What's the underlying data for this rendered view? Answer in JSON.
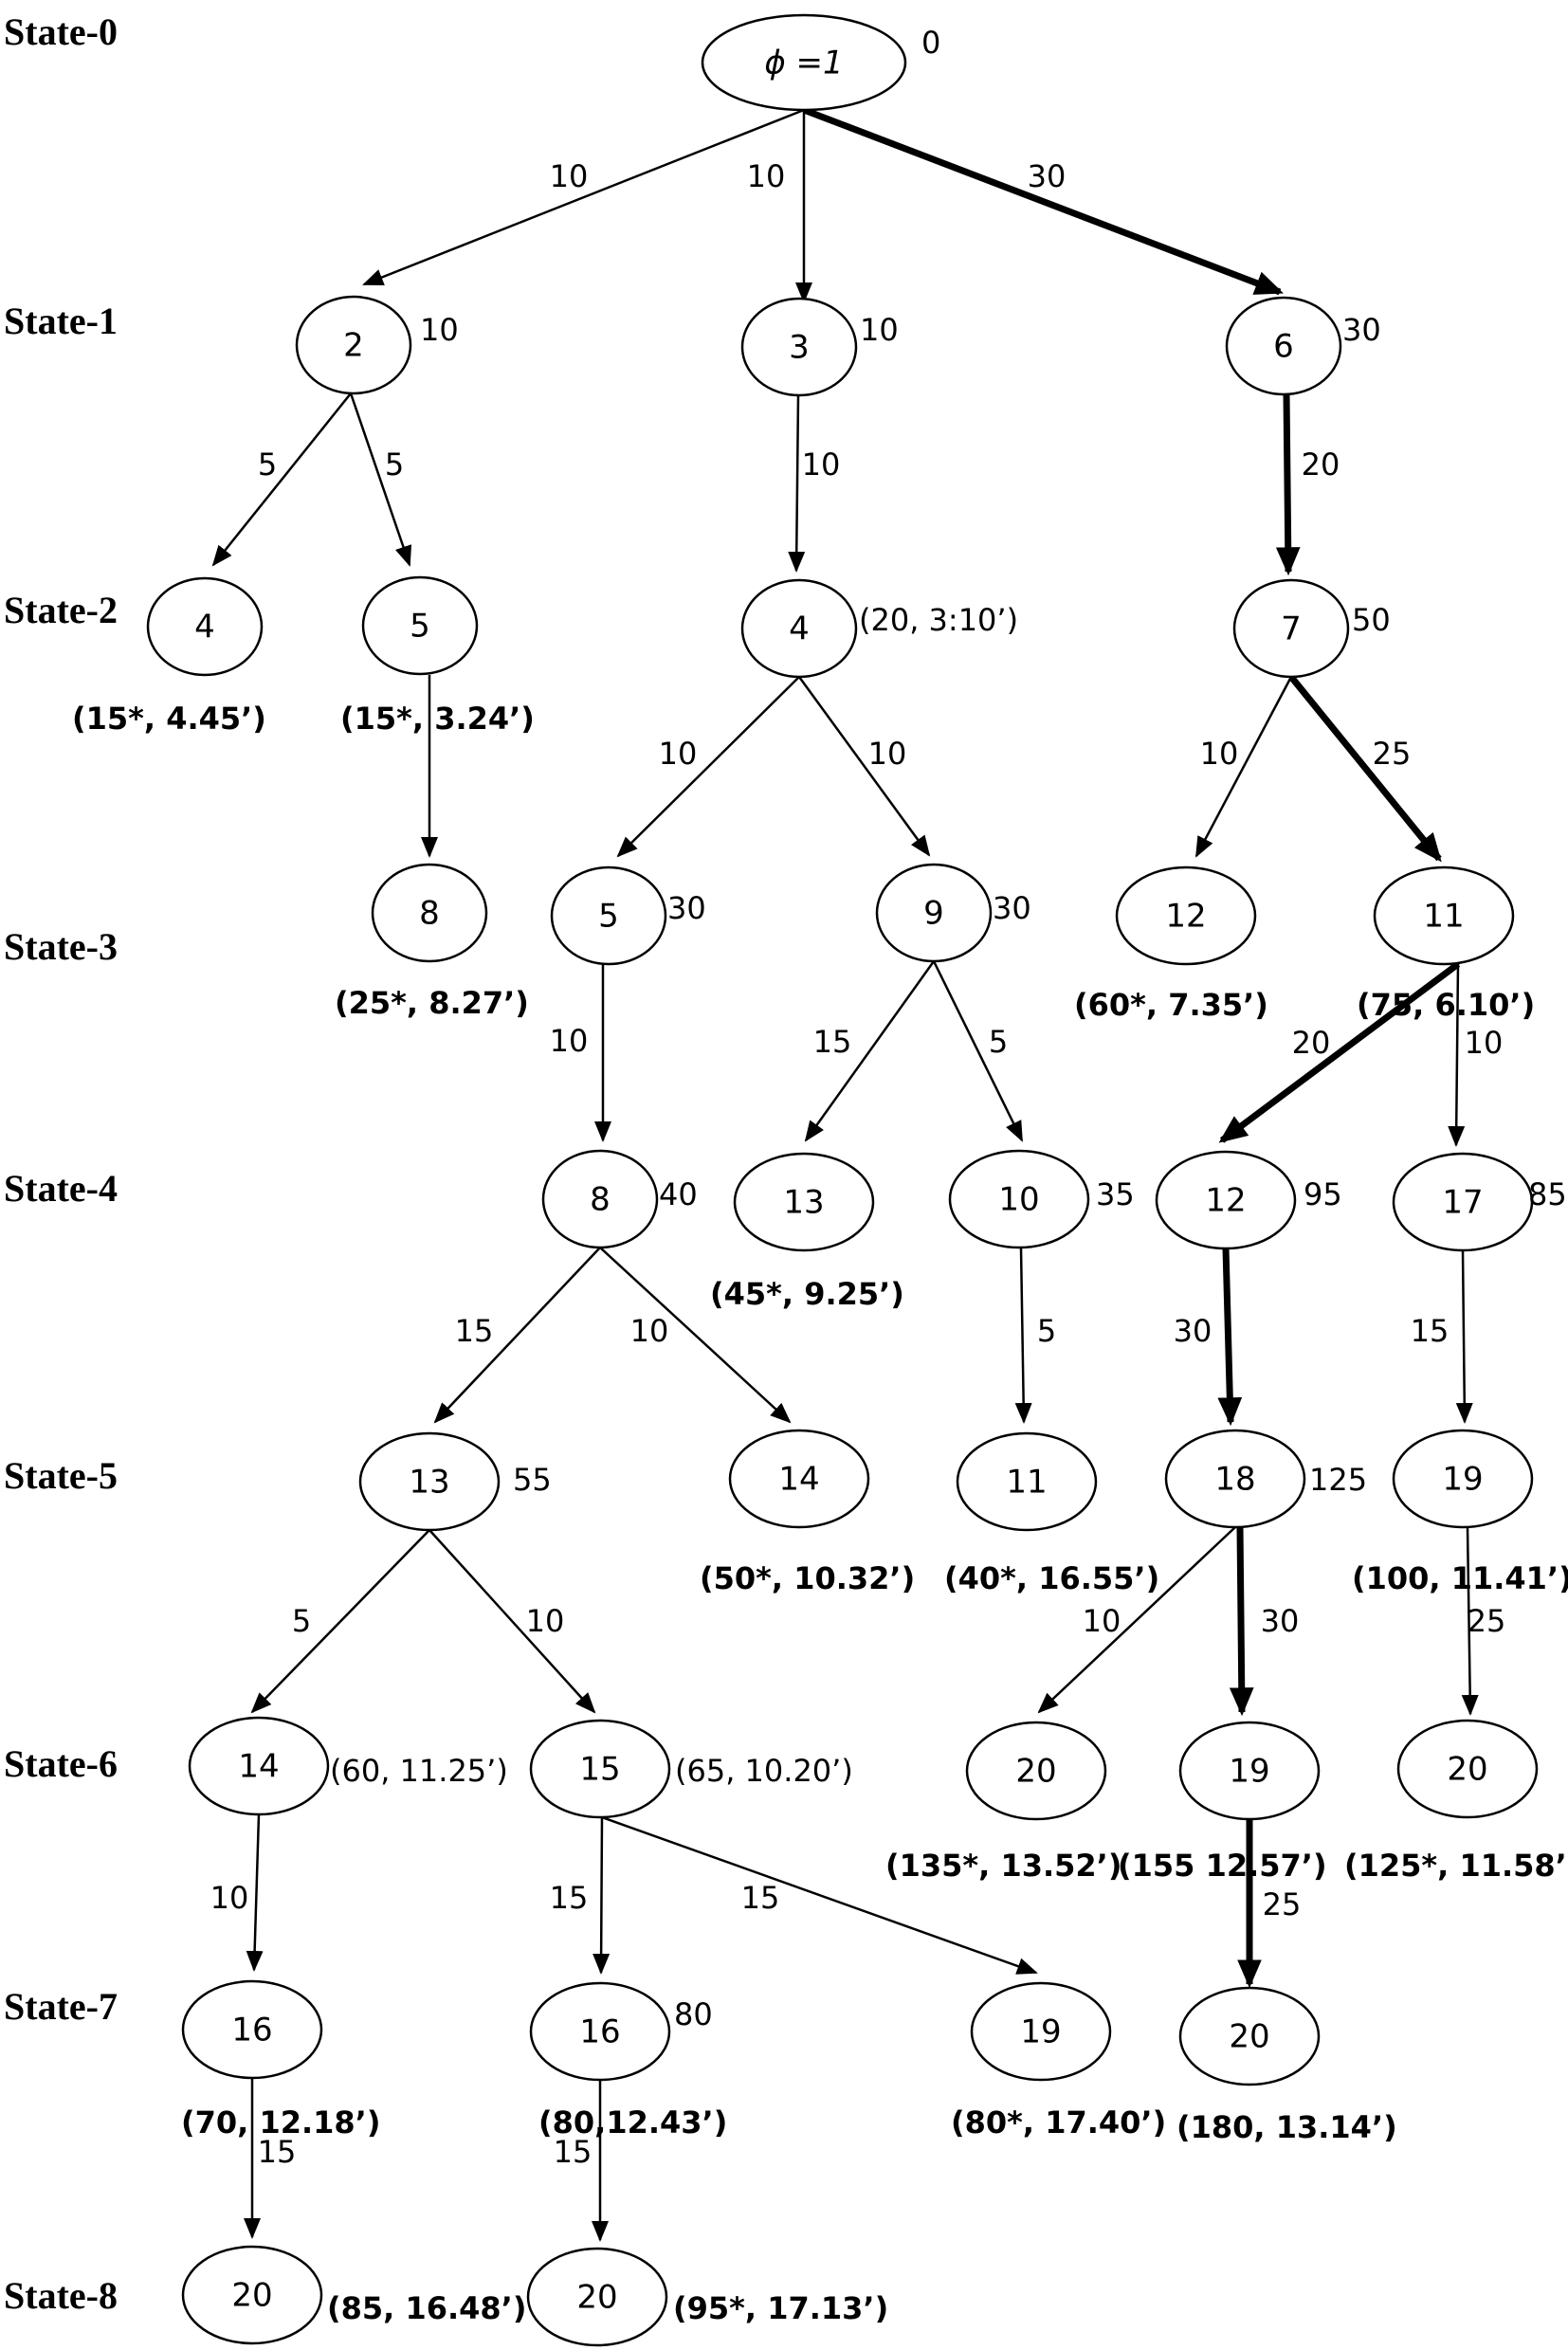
{
  "states": [
    "State-0",
    "State-1",
    "State-2",
    "State-3",
    "State-4",
    "State-5",
    "State-6",
    "State-7",
    "State-8"
  ],
  "nodes": {
    "root": {
      "label": "ϕ =1",
      "value": "0"
    },
    "n2": {
      "label": "2",
      "value": "10"
    },
    "n3": {
      "label": "3",
      "value": "10"
    },
    "n6": {
      "label": "6",
      "value": "30"
    },
    "n4a": {
      "label": "4",
      "result": "(15*, 4.45’)"
    },
    "n5a": {
      "label": "5",
      "result": "(15*, 3.24’)"
    },
    "n4b": {
      "label": "4",
      "value": "(20, 3:10’)"
    },
    "n7": {
      "label": "7",
      "value": "50"
    },
    "n8a": {
      "label": "8",
      "result": "(25*, 8.27’)"
    },
    "n5b": {
      "label": "5",
      "value": "30"
    },
    "n9": {
      "label": "9",
      "value": "30"
    },
    "n12a": {
      "label": "12",
      "result": "(60*, 7.35’)"
    },
    "n11a": {
      "label": "11",
      "result": "(75, 6.10’)"
    },
    "n8b": {
      "label": "8",
      "value": "40"
    },
    "n13a": {
      "label": "13",
      "result": "(45*, 9.25’)"
    },
    "n10": {
      "label": "10",
      "value": "35"
    },
    "n12b": {
      "label": "12",
      "value": "95"
    },
    "n17": {
      "label": "17",
      "value": "85"
    },
    "n13b": {
      "label": "13",
      "value": "55"
    },
    "n14a": {
      "label": "14",
      "result": "(50*, 10.32’)"
    },
    "n11b": {
      "label": "11",
      "result": "(40*, 16.55’)"
    },
    "n18": {
      "label": "18",
      "value": "125"
    },
    "n19a": {
      "label": "19",
      "result": "(100, 11.41’)"
    },
    "n14b": {
      "label": "14",
      "value": "(60, 11.25’)"
    },
    "n15": {
      "label": "15",
      "value": "(65, 10.20’)"
    },
    "n20a": {
      "label": "20",
      "result": "(135*, 13.52’)"
    },
    "n19b": {
      "label": "19",
      "result": "(155 12.57’)"
    },
    "n20b": {
      "label": "20",
      "result": "(125*, 11.58’)"
    },
    "n16a": {
      "label": "16",
      "result": "(70, 12.18’)"
    },
    "n16b": {
      "label": "16",
      "value": "80",
      "result": "(80,12.43’)"
    },
    "n19c": {
      "label": "19",
      "result": "(80*, 17.40’)"
    },
    "n20c": {
      "label": "20",
      "result": "(180, 13.14’)"
    },
    "n20d": {
      "label": "20",
      "result": "(85, 16.48’)"
    },
    "n20e": {
      "label": "20",
      "result": "(95*, 17.13’)"
    }
  },
  "edges": [
    {
      "from": "root",
      "to": "n2",
      "weight": "10",
      "highlighted": false
    },
    {
      "from": "root",
      "to": "n3",
      "weight": "10",
      "highlighted": false
    },
    {
      "from": "root",
      "to": "n6",
      "weight": "30",
      "highlighted": true
    },
    {
      "from": "n2",
      "to": "n4a",
      "weight": "5",
      "highlighted": false
    },
    {
      "from": "n2",
      "to": "n5a",
      "weight": "5",
      "highlighted": false
    },
    {
      "from": "n3",
      "to": "n4b",
      "weight": "10",
      "highlighted": false
    },
    {
      "from": "n6",
      "to": "n7",
      "weight": "20",
      "highlighted": true
    },
    {
      "from": "n5a",
      "to": "n8a",
      "weight": "",
      "highlighted": false
    },
    {
      "from": "n4b",
      "to": "n5b",
      "weight": "10",
      "highlighted": false
    },
    {
      "from": "n4b",
      "to": "n9",
      "weight": "10",
      "highlighted": false
    },
    {
      "from": "n7",
      "to": "n12a",
      "weight": "10",
      "highlighted": false
    },
    {
      "from": "n7",
      "to": "n11a",
      "weight": "25",
      "highlighted": true
    },
    {
      "from": "n5b",
      "to": "n8b",
      "weight": "10",
      "highlighted": false
    },
    {
      "from": "n9",
      "to": "n13a",
      "weight": "15",
      "highlighted": false
    },
    {
      "from": "n9",
      "to": "n10",
      "weight": "5",
      "highlighted": false
    },
    {
      "from": "n11a",
      "to": "n12b",
      "weight": "20",
      "highlighted": true
    },
    {
      "from": "n11a",
      "to": "n17",
      "weight": "10",
      "highlighted": false
    },
    {
      "from": "n8b",
      "to": "n13b",
      "weight": "15",
      "highlighted": false
    },
    {
      "from": "n8b",
      "to": "n14a",
      "weight": "10",
      "highlighted": false
    },
    {
      "from": "n10",
      "to": "n11b",
      "weight": "5",
      "highlighted": false
    },
    {
      "from": "n12b",
      "to": "n18",
      "weight": "30",
      "highlighted": true
    },
    {
      "from": "n17",
      "to": "n19a",
      "weight": "15",
      "highlighted": false
    },
    {
      "from": "n13b",
      "to": "n14b",
      "weight": "5",
      "highlighted": false
    },
    {
      "from": "n13b",
      "to": "n15",
      "weight": "10",
      "highlighted": false
    },
    {
      "from": "n18",
      "to": "n20a",
      "weight": "10",
      "highlighted": false
    },
    {
      "from": "n18",
      "to": "n19b",
      "weight": "30",
      "highlighted": true
    },
    {
      "from": "n19a",
      "to": "n20b",
      "weight": "25",
      "highlighted": false
    },
    {
      "from": "n14b",
      "to": "n16a",
      "weight": "10",
      "highlighted": false
    },
    {
      "from": "n15",
      "to": "n16b",
      "weight": "15",
      "highlighted": false
    },
    {
      "from": "n15",
      "to": "n19c",
      "weight": "15",
      "highlighted": false
    },
    {
      "from": "n19b",
      "to": "n20c",
      "weight": "25",
      "highlighted": true
    },
    {
      "from": "n16a",
      "to": "n20d",
      "weight": "15",
      "highlighted": false
    },
    {
      "from": "n16b",
      "to": "n20e",
      "weight": "15",
      "highlighted": false
    }
  ]
}
